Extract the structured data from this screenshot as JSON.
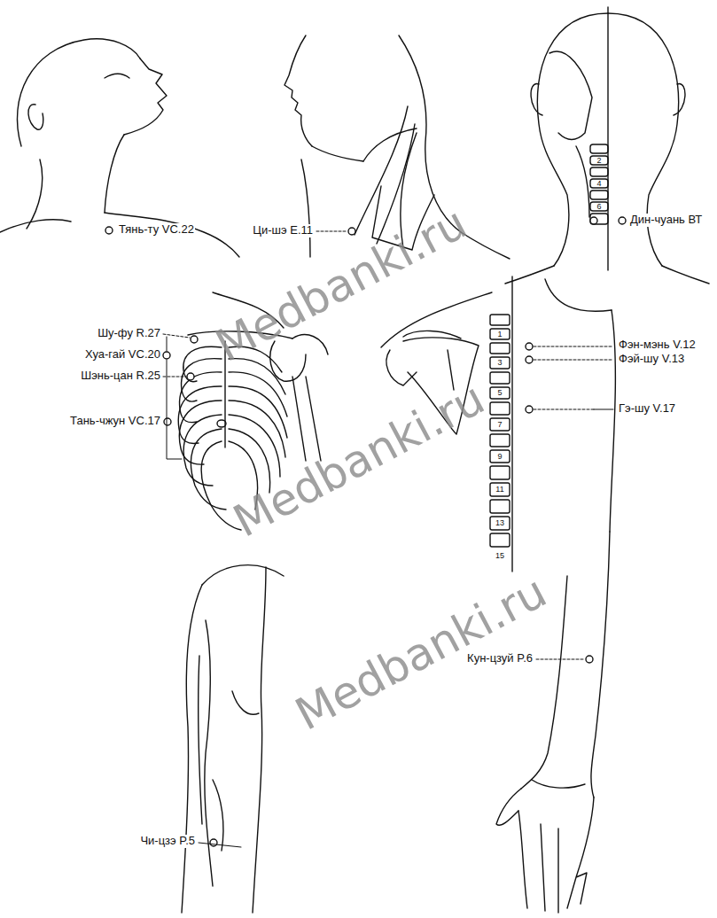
{
  "diagram": {
    "labels": [
      "Тянь-ту VC.22",
      "Ци-шэ E.11",
      "Дин-чуань ВТ",
      "Шу-фу R.27",
      "Хуа-гай VC.20",
      "Шэнь-цан R.25",
      "Тань-чжун VC.17",
      "Фэн-мэнь V.12",
      "Фэй-шу V.13",
      "Гэ-шу V.17",
      "Кун-цзуй P.6",
      "Чи-цзэ P.5",
      "2",
      "4",
      "6",
      "1",
      "3",
      "5",
      "7",
      "9",
      "11",
      "13",
      "15",
      "Medbanki.ru",
      "Medbanki.ru",
      "Medbanki.ru"
    ]
  }
}
